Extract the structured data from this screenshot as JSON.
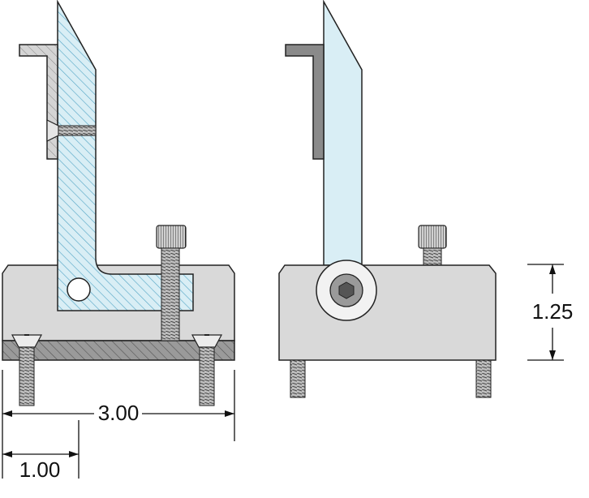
{
  "dimensions": {
    "overall_width": "3.00",
    "offset": "1.00",
    "height": "1.25"
  },
  "colors": {
    "bracket_fill": "#d9eef5",
    "hatch_line": "#5aa9c8",
    "block_fill": "#d9d9d9",
    "base_plate": "#9a9a9a",
    "angle_dark": "#8a8a8a",
    "angle_light": "#d4d4d4",
    "outline": "#222222"
  }
}
